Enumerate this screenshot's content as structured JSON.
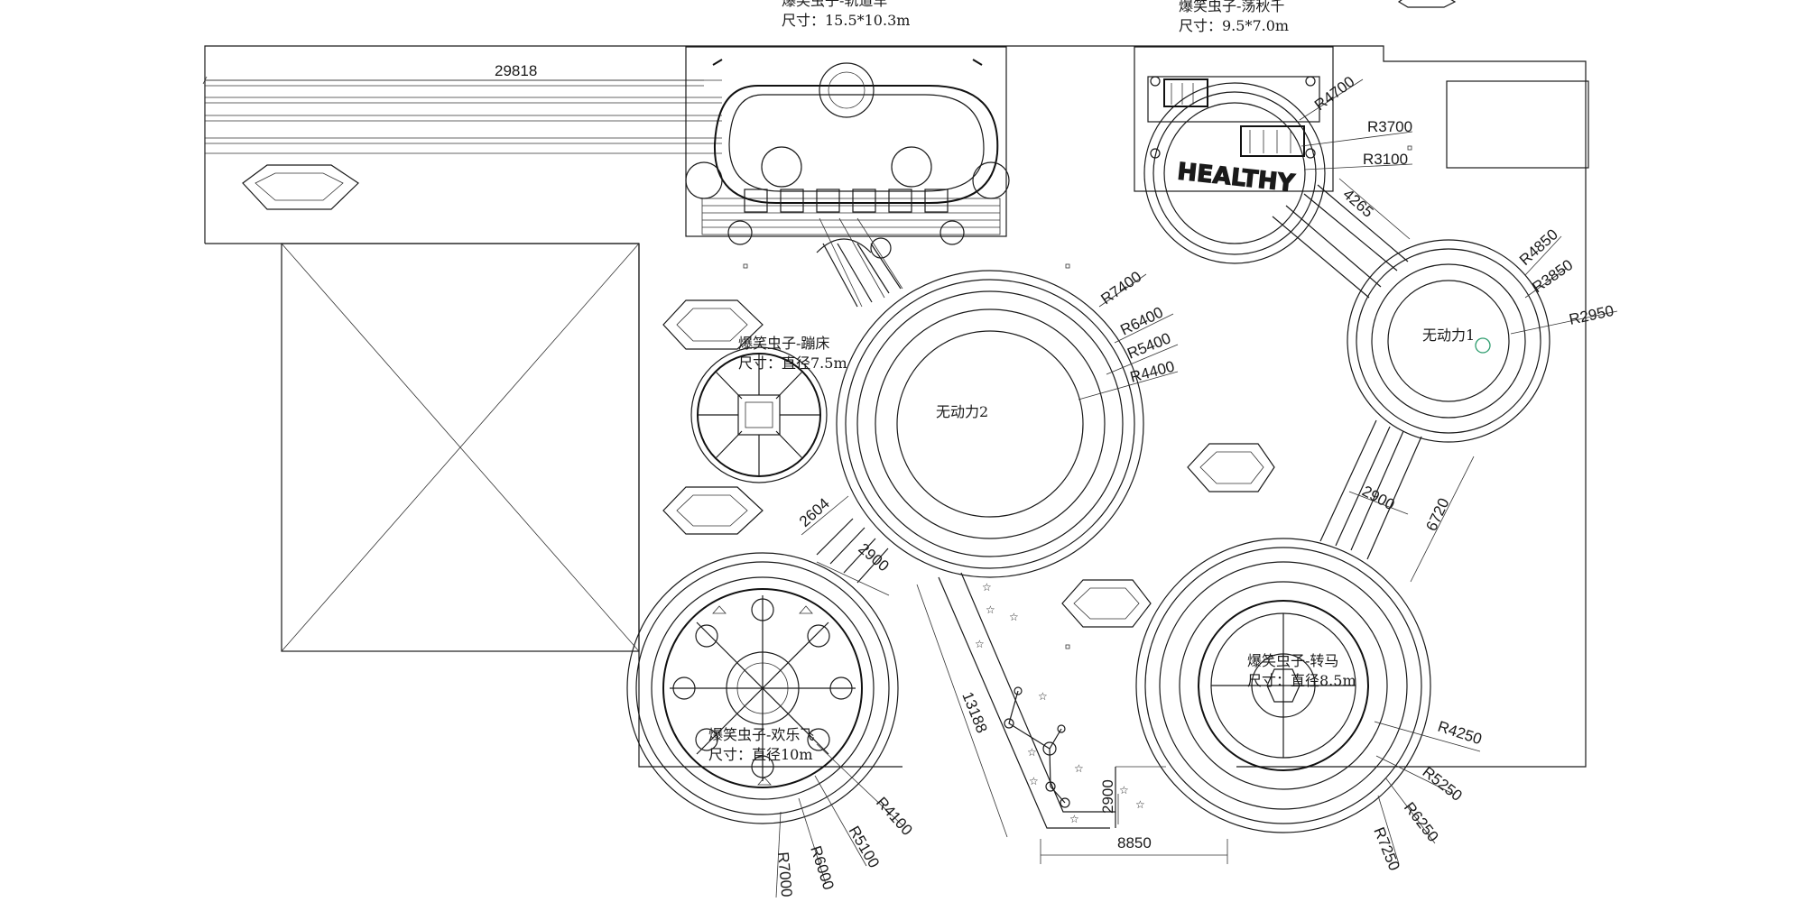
{
  "labels": {
    "coaster_name": "爆笑虫子-轨道车",
    "coaster_size": "尺寸：15.5*10.3m",
    "swing_name": "爆笑虫子-荡秋千",
    "swing_size": "尺寸：9.5*7.0m",
    "trampoline_name": "爆笑虫子-蹦床",
    "trampoline_size": "尺寸：直径7.5m",
    "carousel_name": "爆笑虫子-欢乐飞",
    "carousel_size": "尺寸：直径10m",
    "rotator_name": "爆笑虫子-转马",
    "rotator_size": "尺寸：直径8.5m",
    "nonpower1": "无动力1",
    "nonpower2": "无动力2",
    "healthy_text": "HEALTHY"
  },
  "dimensions": {
    "top_length": "29818",
    "r4700": "R4700",
    "r3700": "R3700",
    "r3100": "R3100",
    "d4265": "4265",
    "r4850": "R4850",
    "r3850": "R3850",
    "r2950": "R2950",
    "r7400": "R7400",
    "r6400": "R6400",
    "r5400": "R5400",
    "r4400": "R4400",
    "d2604": "2604",
    "d2900a": "2900",
    "d2900b": "2900",
    "d6720": "6720",
    "d13188": "13188",
    "d2900c": "2900",
    "d8850": "8850",
    "r4100": "R4100",
    "r5100": "R5100",
    "r6000": "R6000",
    "r7000": "R7000",
    "r4250": "R4250",
    "r5250": "R5250",
    "r6250": "R6250",
    "r7250": "R7250"
  },
  "colors": {
    "line": "#1a1a1a",
    "marker": "#2e9d6e",
    "background": "#ffffff"
  }
}
